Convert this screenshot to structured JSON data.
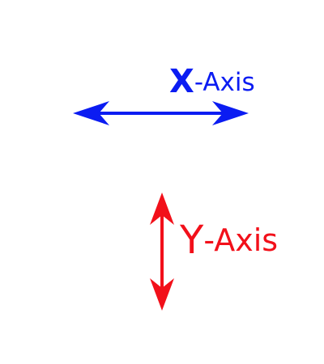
{
  "labels": {
    "x_axis": {
      "prefix": "X",
      "suffix": "-Axis",
      "color": "#0b1cf2"
    },
    "y_axis": {
      "prefix": "Y",
      "suffix": "-Axis",
      "color": "#f2101a"
    }
  },
  "arrows": {
    "horizontal": {
      "direction": "left-right",
      "color": "#0b1cf2",
      "icon": "double-headed-horizontal-arrow"
    },
    "vertical": {
      "direction": "up-down",
      "color": "#f2101a",
      "icon": "double-headed-vertical-arrow"
    }
  }
}
